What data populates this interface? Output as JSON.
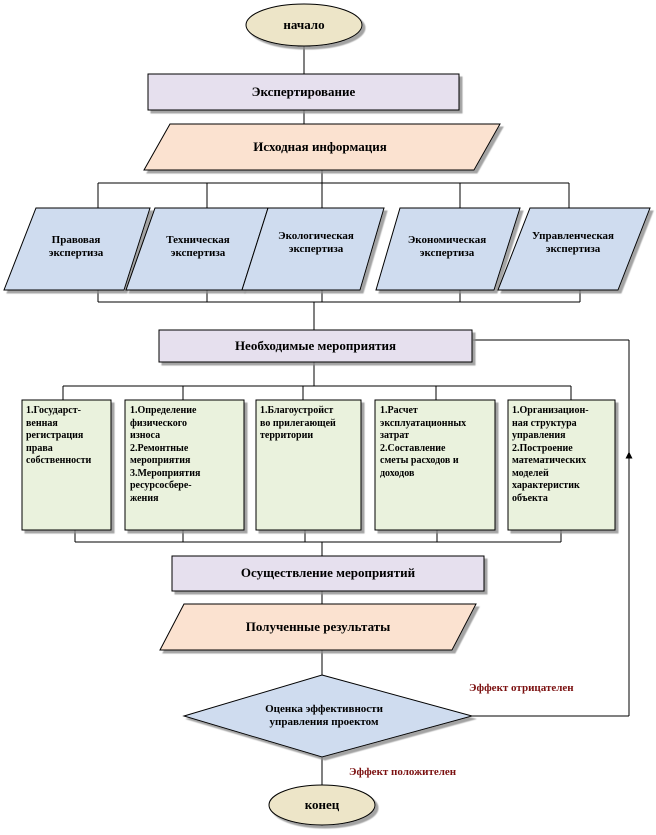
{
  "start": "начало",
  "examination": "Экспертирование",
  "initial_info": "Исходная информация",
  "expertises": [
    "Правовая\nэкспертиза",
    "Техническая\nэкспертиза",
    "Экологическая\nэкспертиза",
    "Экономическая\nэкспертиза",
    "Управленческая\nэкспертиза"
  ],
  "measures_title": "Необходимые мероприятия",
  "measures": [
    "1.Государст-\nвенная\nрегистрация\nправа\nсобственности",
    "1.Определение\nфизического\nизноса\n2.Ремонтные\nмероприятия\n3.Мероприятия\nресурсосбере-\nжения",
    "1.Благоустройст\nво прилегающей\nтерритории",
    "1.Расчет\nэксплуатационных\nзатрат\n2.Составление\nсметы расходов и\nдоходов",
    "1.Организацион-\nная структура\nуправления\n2.Построение\nматематических\nмоделей\nхарактеристик\nобъекта"
  ],
  "implementation": "Осуществление мероприятий",
  "results": "Полученные результаты",
  "evaluation": "Оценка эффективности\nуправления проектом",
  "effect_negative": "Эффект отрицателен",
  "effect_positive": "Эффект положителен",
  "end": "конец",
  "colors": {
    "oval_fill": "#ede5c8",
    "rect_fill": "#e6e0ee",
    "para_fill": "#fbe2d0",
    "expertise_fill": "#cfdcef",
    "measure_fill": "#eaf2dd",
    "diamond_fill": "#cfdcef",
    "note_color": "#7b1010"
  }
}
